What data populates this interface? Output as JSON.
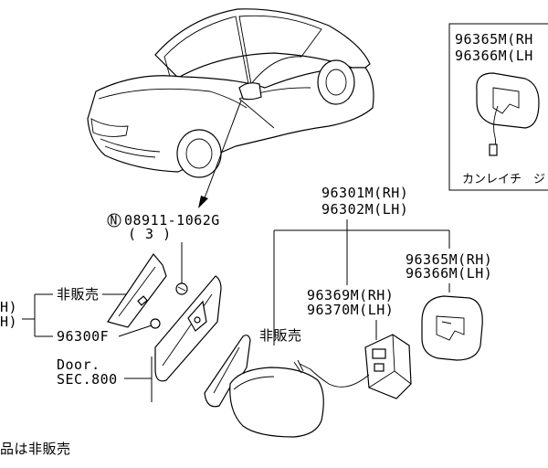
{
  "callouts": {
    "screw_part": "08911-1062G",
    "screw_circle": "N",
    "screw_qty": "( 3 )",
    "not_for_sale_1": "非販売",
    "not_for_sale_2": "非販売",
    "part_96300F": "96300F",
    "door_ref_line1": "Door.",
    "door_ref_line2": "SEC.800",
    "left_partial_1": "H)",
    "left_partial_2": "H)",
    "mirror_rh": "96301M(RH)",
    "mirror_lh": "96302M(LH)",
    "actuator_rh": "96369M(RH)",
    "actuator_lh": "96370M(LH)",
    "glass_rh": "96365M(RH)",
    "glass_lh": "96366M(LH)",
    "inset_glass_rh": "96365M(RH",
    "inset_glass_lh": "96366M(LH",
    "inset_caption": "カンレイチ　ジ",
    "footnote": "品は非販売"
  }
}
